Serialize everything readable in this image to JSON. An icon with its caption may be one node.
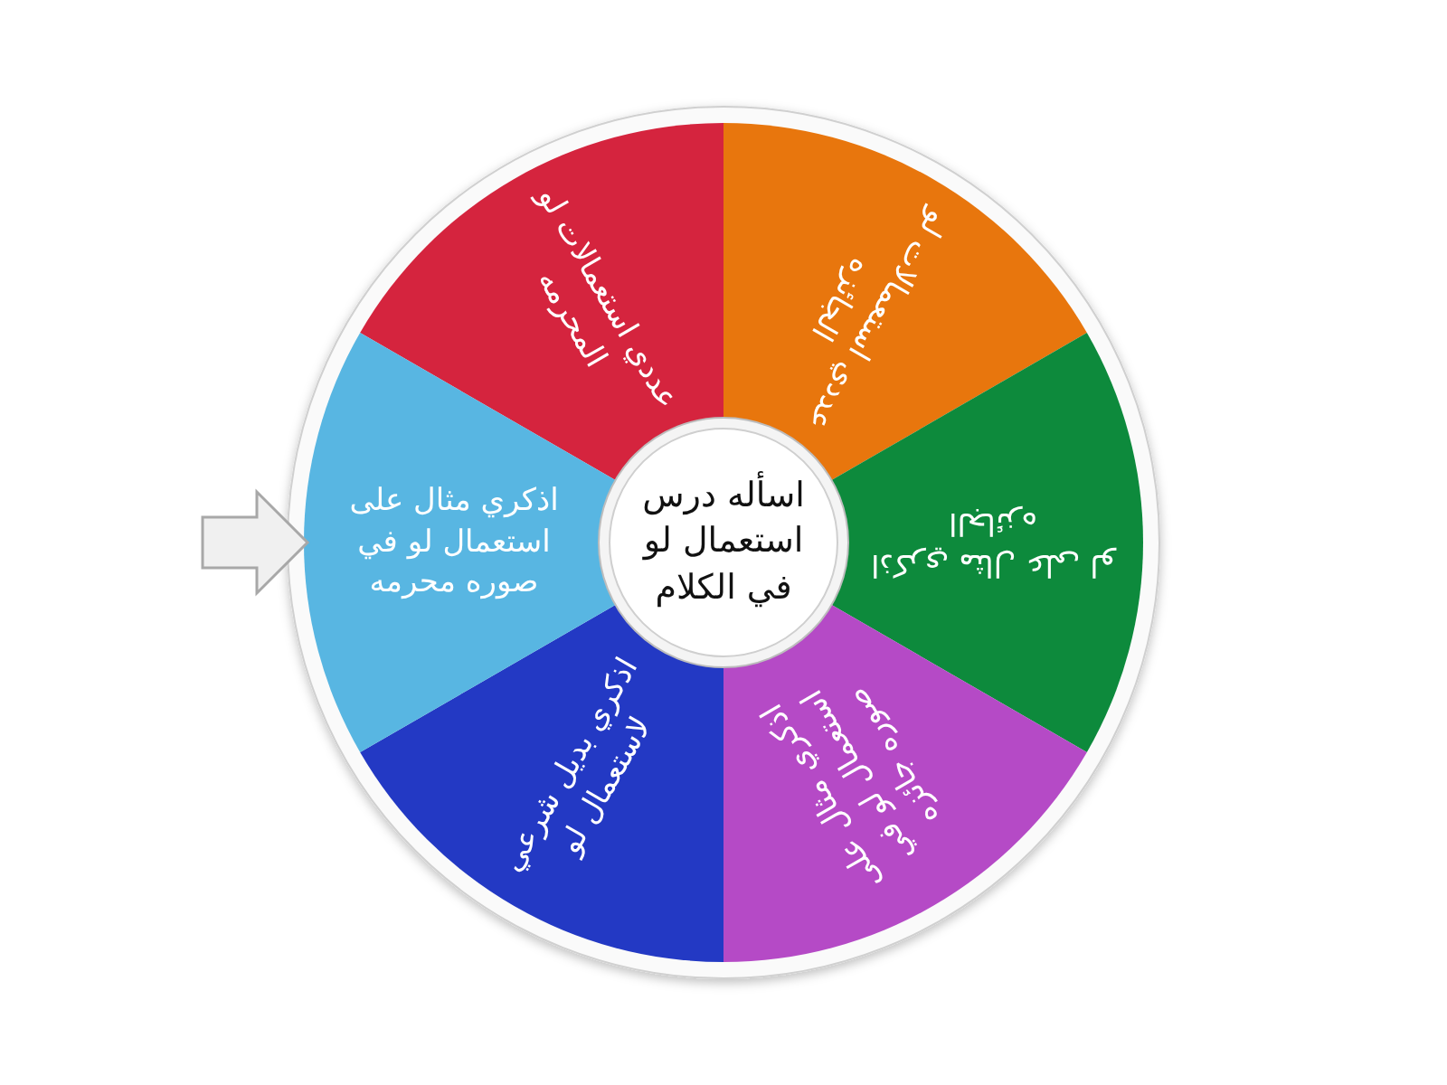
{
  "diagram": {
    "nodes": [
      {
        "text": [
          "اسأله درس استعمال لو في الكلام"
        ]
      },
      {
        "text": [
          "عددي استعمالات لو المحرمه"
        ]
      },
      {
        "text": [
          "عددي استعمالات لو الجائزه"
        ]
      },
      {
        "text": [
          "اذكري مثال على لو الجائزه"
        ]
      },
      {
        "text": [
          "اذكري مثال على استعمال لو في صوره جائزه"
        ]
      },
      {
        "text": [
          "اذكري بديل شرعي لاستعمال لو"
        ]
      },
      {
        "text": [
          "اذكري مثال على استعمال لو في صوره محرمه"
        ]
      }
    ]
  }
}
